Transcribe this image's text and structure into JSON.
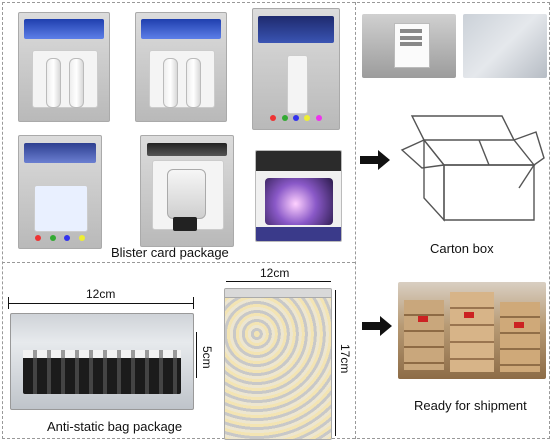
{
  "labels": {
    "blister": "Blister card package",
    "antistatic": "Anti-static bag package",
    "carton": "Carton box",
    "shipment": "Ready for shipment"
  },
  "dimensions": {
    "bag_width": "12cm",
    "bag_height": "5cm",
    "zip_width": "12cm",
    "zip_height": "17cm"
  },
  "icons": {
    "arrow": "right-arrow-icon"
  },
  "colors": {
    "card_header_blue": "#2a4bc0",
    "arrow_black": "#111111",
    "border_gray": "#999999"
  }
}
